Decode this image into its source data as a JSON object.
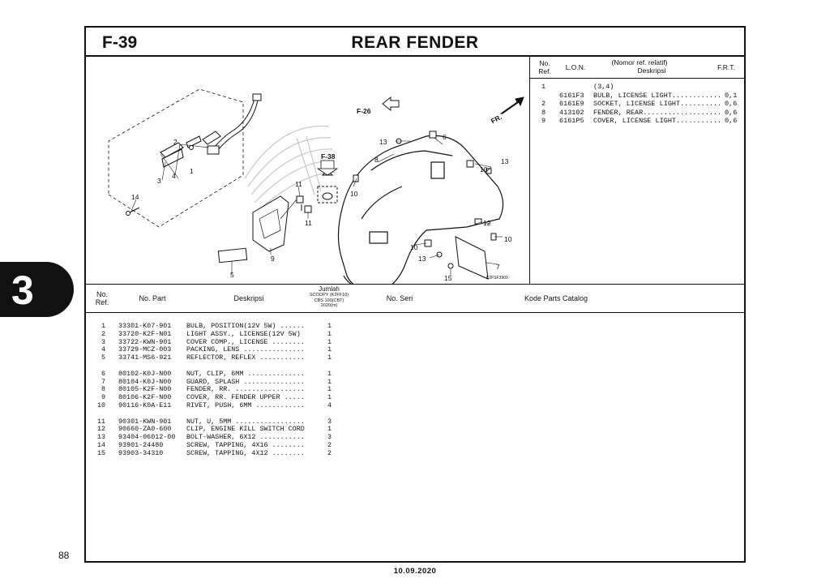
{
  "section_tab": "3",
  "page_number": "88",
  "footer_date": "10.09.2020",
  "figure": {
    "code": "F-39",
    "title": "REAR FENDER",
    "drawing_code": "K2FSF3900"
  },
  "diagram": {
    "references": [
      "F-26",
      "F-38",
      "FR."
    ],
    "callouts": [
      "1",
      "2",
      "3",
      "4",
      "5",
      "6",
      "7",
      "8",
      "9",
      "10",
      "10",
      "10",
      "10",
      "11",
      "11",
      "12",
      "13",
      "13",
      "13",
      "14",
      "15"
    ]
  },
  "ref_table": {
    "headers": {
      "no_ref": "No.\nRef.",
      "lon": "L.O.N.",
      "nomor": "(Nomor ref. relatif)",
      "deskripsi": "Deskripsi",
      "frt": "F.R.T."
    },
    "rows": [
      {
        "ref": "1",
        "lon": "",
        "desc": "(3,4)",
        "frt": ""
      },
      {
        "ref": "",
        "lon": "6161F3",
        "desc": "BULB, LICENSE LIGHT............",
        "frt": "0,1"
      },
      {
        "ref": "2",
        "lon": "6161E9",
        "desc": "SOCKET, LICENSE LIGHT..........",
        "frt": "0,6"
      },
      {
        "ref": "8",
        "lon": "413102",
        "desc": "FENDER, REAR...................",
        "frt": "0,6"
      },
      {
        "ref": "9",
        "lon": "6161P5",
        "desc": "COVER, LICENSE LIGHT...........",
        "frt": "0,6"
      }
    ]
  },
  "parts_table": {
    "headers": {
      "no_ref": "No.\nRef.",
      "no_part": "No. Part",
      "deskripsi": "Deskripsi",
      "jumlah": "Jumlah",
      "model_1": "SCOOPY (K2FF10)",
      "model_2": "CBS 100(CBT)",
      "model_3": "2020(m)",
      "no_seri": "No. Seri",
      "kode": "Kode Parts Catalog"
    },
    "groups": [
      [
        {
          "ref": "1",
          "part": "33301-K07-901",
          "desc": "BULB, POSITION(12V 5W) ......",
          "qty": "1"
        },
        {
          "ref": "2",
          "part": "33720-K2F-N01",
          "desc": "LIGHT ASSY., LICENSE(12V 5W)",
          "qty": "1"
        },
        {
          "ref": "3",
          "part": "33722-KWN-901",
          "desc": "COVER COMP., LICENSE ........",
          "qty": "1"
        },
        {
          "ref": "4",
          "part": "33729-MCZ-003",
          "desc": "PACKING, LENS ...............",
          "qty": "1"
        },
        {
          "ref": "5",
          "part": "33741-MS6-921",
          "desc": "REFLECTOR, REFLEX ...........",
          "qty": "1"
        }
      ],
      [
        {
          "ref": "6",
          "part": "80102-K0J-N00",
          "desc": "NUT, CLIP, 6MM ..............",
          "qty": "1"
        },
        {
          "ref": "7",
          "part": "80104-K0J-N00",
          "desc": "GUARD, SPLASH ...............",
          "qty": "1"
        },
        {
          "ref": "8",
          "part": "80105-K2F-N00",
          "desc": "FENDER, RR. .................",
          "qty": "1"
        },
        {
          "ref": "9",
          "part": "80106-K2F-N00",
          "desc": "COVER, RR. FENDER UPPER .....",
          "qty": "1"
        },
        {
          "ref": "10",
          "part": "90116-K0A-E11",
          "desc": "RIVET, PUSH, 6MM ............",
          "qty": "4"
        }
      ],
      [
        {
          "ref": "11",
          "part": "90301-KWN-901",
          "desc": "NUT, U, 5MM .................",
          "qty": "3"
        },
        {
          "ref": "12",
          "part": "90660-ZA0-600",
          "desc": "CLIP, ENGINE KILL SWITCH CORD",
          "qty": "1"
        },
        {
          "ref": "13",
          "part": "93404-06012-00",
          "desc": "BOLT-WASHER, 6X12 ...........",
          "qty": "3"
        },
        {
          "ref": "14",
          "part": "93901-24480",
          "desc": "SCREW, TAPPING, 4X16 ........",
          "qty": "2"
        },
        {
          "ref": "15",
          "part": "93903-34310",
          "desc": "SCREW, TAPPING, 4X12 ........",
          "qty": "2"
        }
      ]
    ]
  }
}
